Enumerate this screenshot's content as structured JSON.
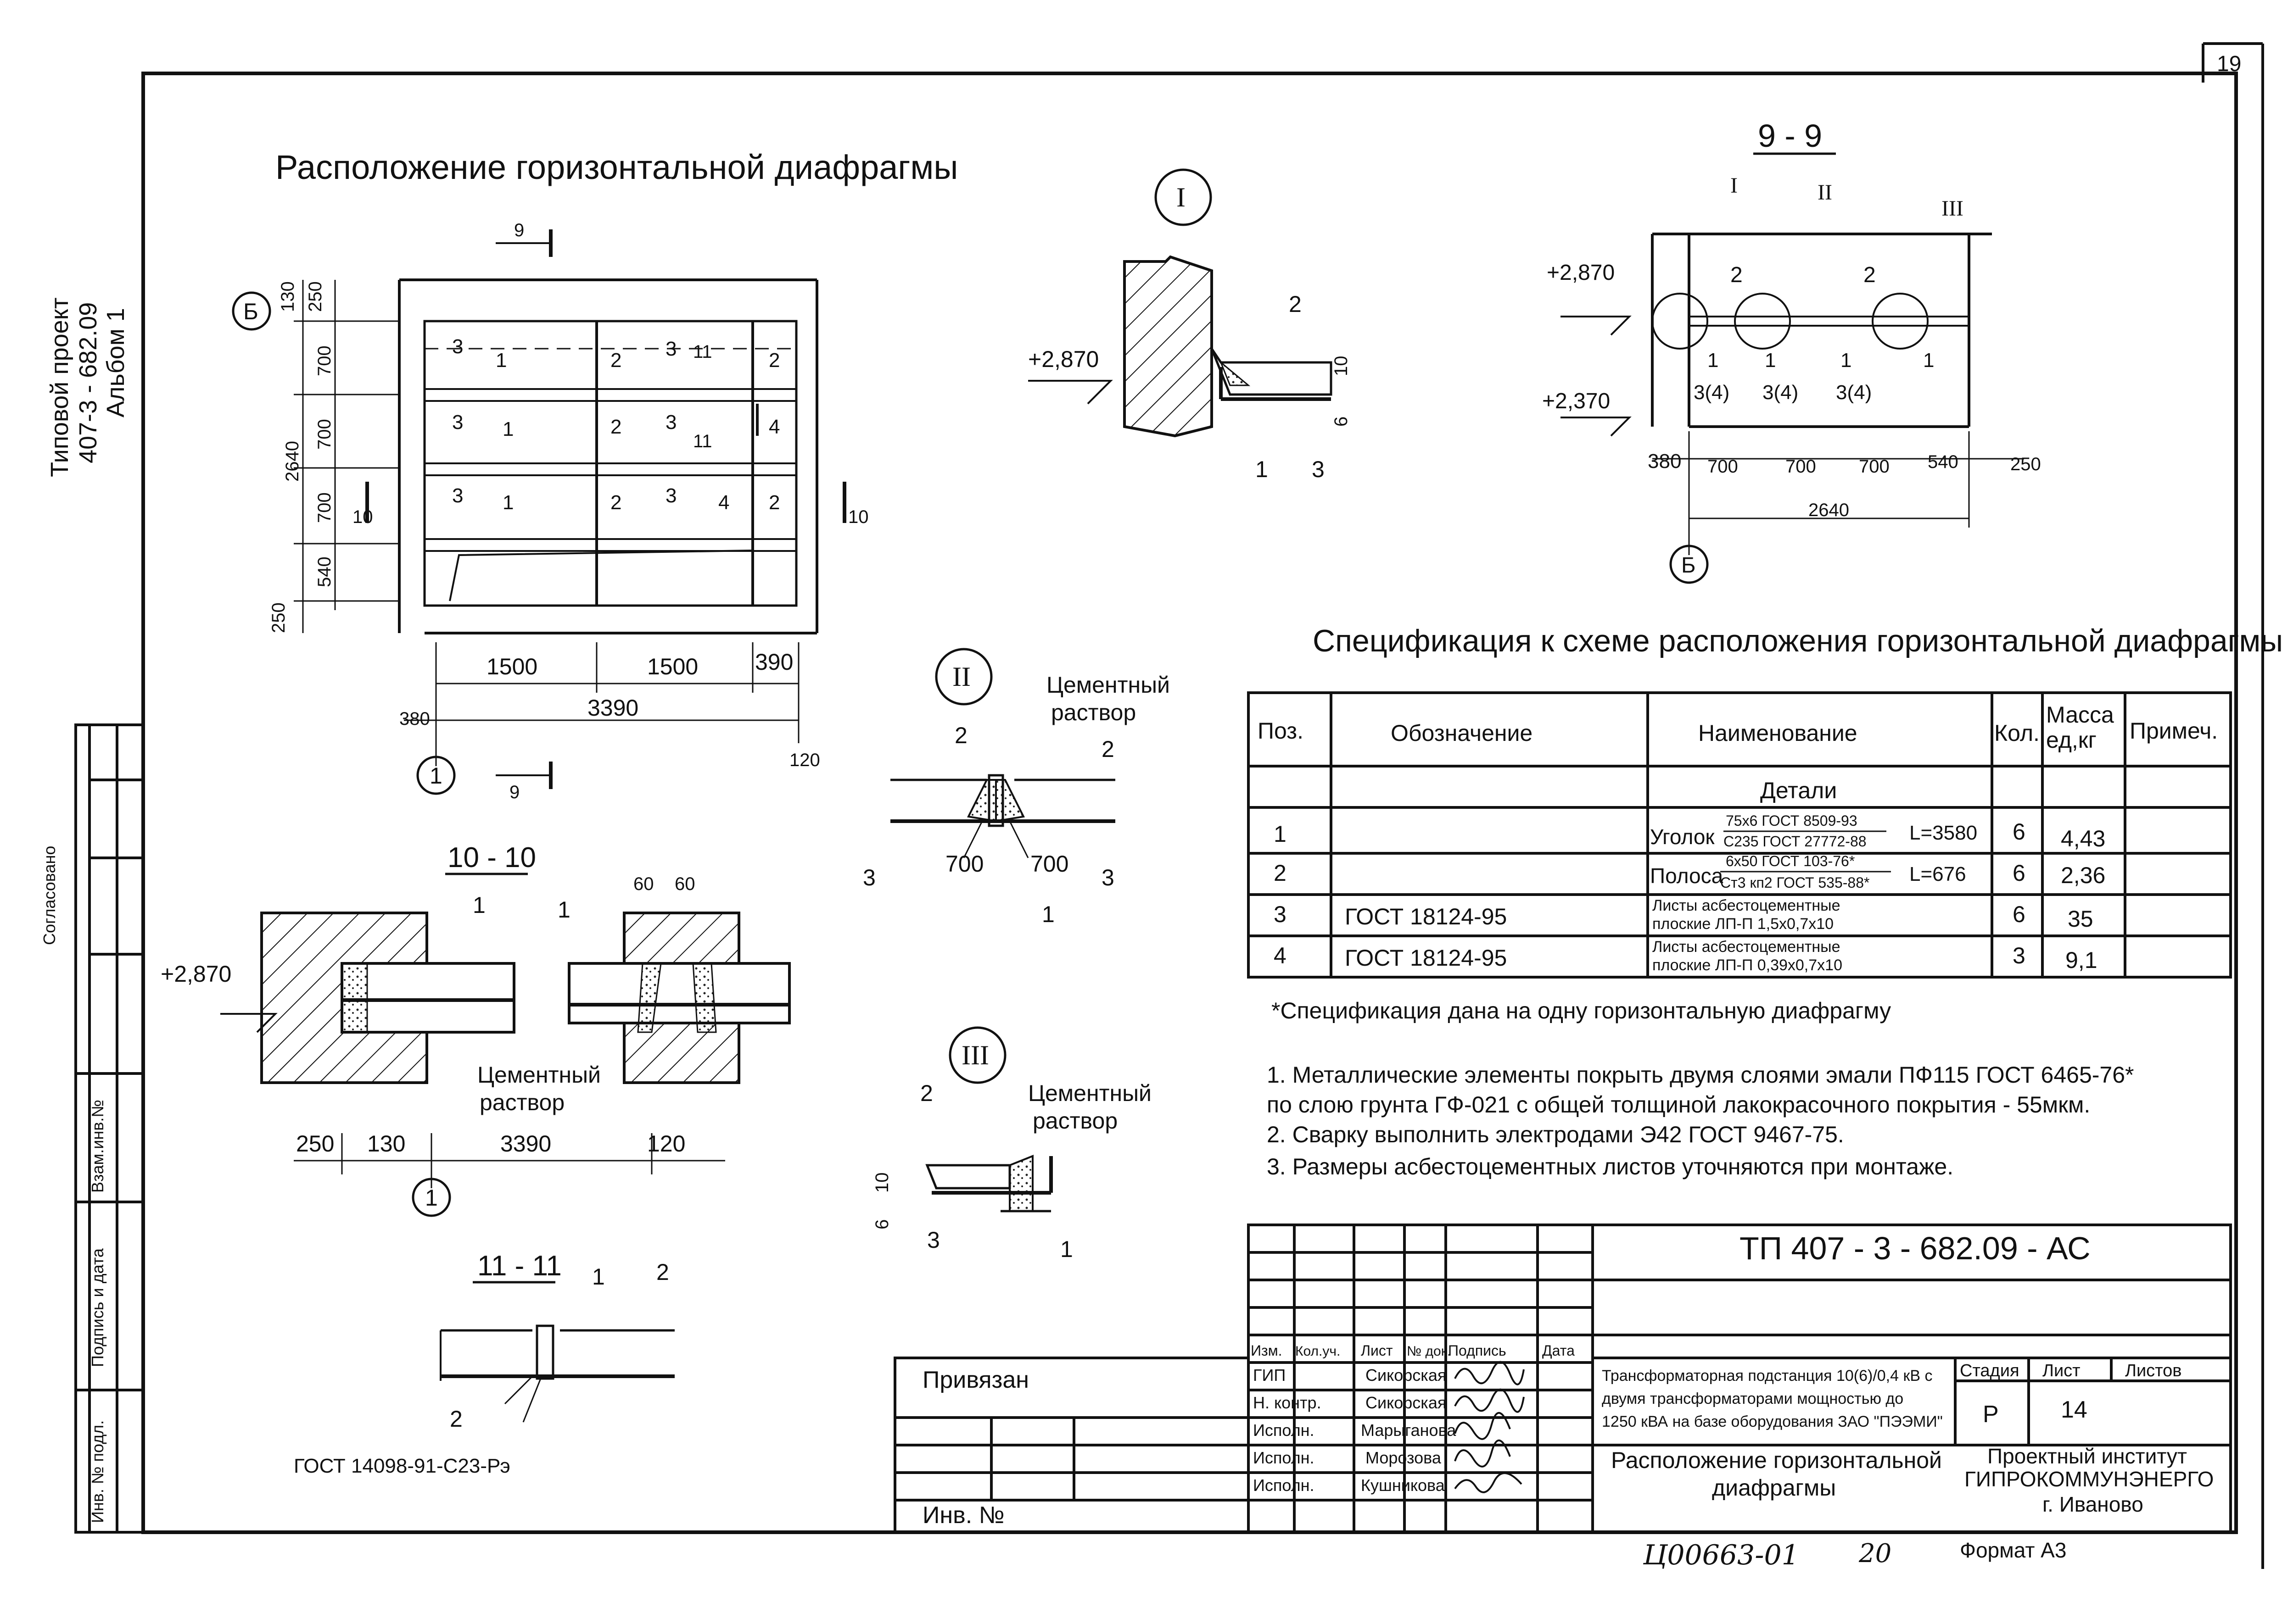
{
  "page_number": "19",
  "side": {
    "project": "Типовой проект",
    "code": "407-3 - 682.09",
    "album": "Альбом 1",
    "agreed": "Согласовано",
    "vzam": "Взам.инв.№",
    "podpis": "Подпись и дата",
    "inv": "Инв. № подл."
  },
  "plan": {
    "title": "Расположение горизонтальной диафрагмы",
    "axis_b": "Б",
    "axis_1": "1",
    "sec9": "9",
    "sec10": "10",
    "sec11": "11",
    "dims_v": [
      "130",
      "250",
      "700",
      "700",
      "700",
      "540",
      "250",
      "2640"
    ],
    "dims_h": [
      "1500",
      "1500",
      "390",
      "380",
      "3390",
      "120"
    ],
    "pos1": "1",
    "pos2": "2",
    "pos3": "3",
    "pos4": "4"
  },
  "node1": {
    "label": "I",
    "level": "+2,870",
    "p1": "1",
    "p2": "2",
    "p3": "3",
    "d10": "10",
    "d6": "6"
  },
  "node2": {
    "label": "II",
    "mortar1": "Цементный",
    "mortar2": "раствор",
    "d700a": "700",
    "d700b": "700",
    "p1": "1",
    "p2": "2",
    "p3": "3"
  },
  "node3": {
    "label": "III",
    "mortar1": "Цементный",
    "mortar2": "раствор",
    "p1": "1",
    "p2": "2",
    "p3": "3",
    "d10": "10",
    "d6": "6"
  },
  "sec99": {
    "title": "9 - 9",
    "l1": "I",
    "l2": "II",
    "l3": "III",
    "lvl1": "+2,870",
    "lvl2": "+2,370",
    "p1": "1",
    "p2": "2",
    "p34": "3(4)",
    "dims": [
      "380",
      "700",
      "700",
      "700",
      "540",
      "250"
    ],
    "total": "2640",
    "axis": "Б"
  },
  "sec1010": {
    "title": "10 - 10",
    "level": "+2,870",
    "p1": "1",
    "d60": "60",
    "mortar1": "Цементный",
    "mortar2": "раствор",
    "dims": [
      "250",
      "130",
      "3390",
      "120"
    ],
    "axis": "1"
  },
  "sec1111": {
    "title": "11 - 11",
    "p1": "1",
    "p2": "2",
    "gost": "ГОСТ 14098-91-С23-Рэ"
  },
  "spec": {
    "title": "Спецификация к схеме расположения горизонтальной диафрагмы",
    "headers": {
      "pos": "Поз.",
      "designation": "Обозначение",
      "name": "Наименование",
      "qty": "Кол.",
      "mass1": "Масса",
      "mass2": "ед,кг",
      "note": "Примеч."
    },
    "section": "Детали",
    "rows": [
      {
        "pos": "1",
        "designation": "",
        "name_main": "Уголок",
        "name_top": "75х6 ГОСТ 8509-93",
        "name_bottom": "С235 ГОСТ 27772-88",
        "name_tail": "L=3580",
        "qty": "6",
        "mass": "4,43"
      },
      {
        "pos": "2",
        "designation": "",
        "name_main": "Полоса",
        "name_top": "6х50 ГОСТ 103-76*",
        "name_bottom": "Ст3 кп2 ГОСТ 535-88*",
        "name_tail": "L=676",
        "qty": "6",
        "mass": "2,36"
      },
      {
        "pos": "3",
        "designation": "ГОСТ 18124-95",
        "name_main": "",
        "name_top": "Листы асбестоцементные",
        "name_bottom": "плоские ЛП-П 1,5х0,7х10",
        "name_tail": "",
        "qty": "6",
        "mass": "35"
      },
      {
        "pos": "4",
        "designation": "ГОСТ 18124-95",
        "name_main": "",
        "name_top": "Листы асбестоцементные",
        "name_bottom": "плоские ЛП-П 0,39х0,7х10",
        "name_tail": "",
        "qty": "3",
        "mass": "9,1"
      }
    ],
    "footnote": "*Спецификация дана на одну горизонтальную диафрагму"
  },
  "notes": [
    "1. Металлические элементы покрыть двумя слоями эмали ПФ115 ГОСТ 6465-76*",
    "по слою грунта ГФ-021 с общей толщиной лакокрасочного покрытия - 55мкм.",
    "2. Сварку выполнить электродами Э42 ГОСТ 9467-75.",
    "3. Размеры асбестоцементных листов уточняются при монтаже."
  ],
  "stamp": {
    "code": "ТП   407 - 3 - 682.09 - АС",
    "privyazan": "Привязан",
    "inv": "Инв. №",
    "head": [
      "Изм.",
      "Кол.уч.",
      "Лист",
      "№ док.",
      "Подпись",
      "Дата"
    ],
    "roles": [
      "ГИП",
      "Н. контр.",
      "Исполн.",
      "Исполн.",
      "Исполн."
    ],
    "names": [
      "Сикорская",
      "Сикорская",
      "Марыганова",
      "Морозова",
      "Кушникова"
    ],
    "object": [
      "Трансформаторная подстанция 10(6)/0,4 кВ с",
      "двумя трансформаторами мощностью до",
      "1250 кВА на базе оборудования ЗАО \"ПЭЭМИ\""
    ],
    "sheet_title": [
      "Расположение горизонтальной",
      "диафрагмы"
    ],
    "stage_h": "Стадия",
    "sheet_h": "Лист",
    "sheets_h": "Листов",
    "stage": "Р",
    "sheet": "14",
    "org": [
      "Проектный институт",
      "ГИПРОКОММУНЭНЕРГО",
      "г. Иваново"
    ],
    "format": "Формат А3",
    "handwritten": "Ц00663-01",
    "handwritten2": "20"
  }
}
